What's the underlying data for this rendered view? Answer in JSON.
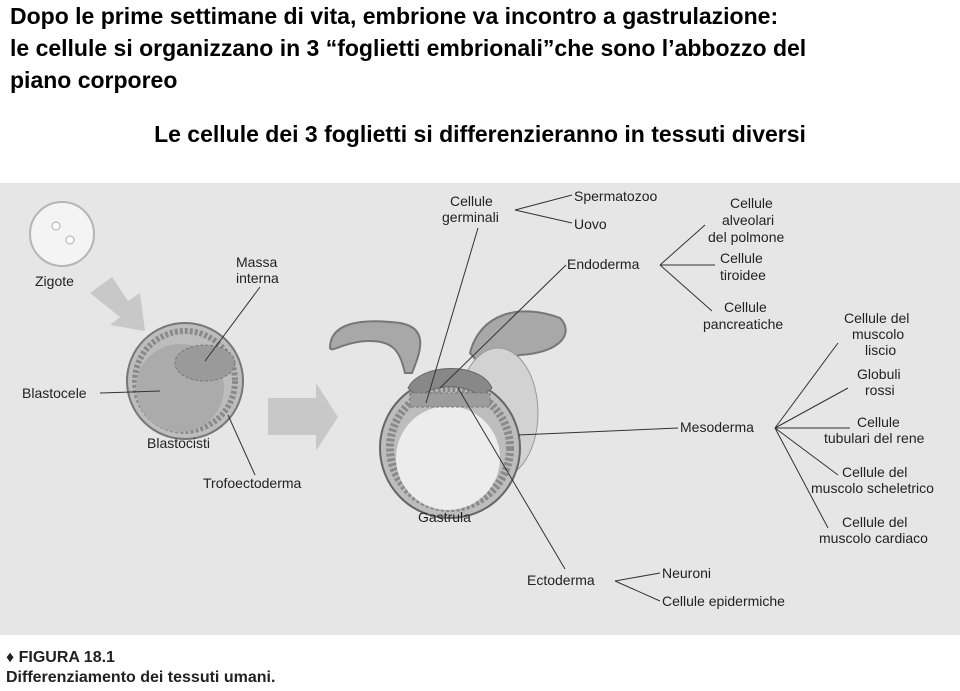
{
  "heading": {
    "line1": "Dopo le prime settimane di vita, embrione va incontro a gastrulazione:",
    "line2": "le cellule si organizzano in 3 “foglietti embrionali”che sono l’abbozzo del",
    "line3": "piano corporeo"
  },
  "subheading": "Le cellule dei 3 foglietti si differenzieranno in tessuti diversi",
  "diagram": {
    "labels": {
      "zigote": "Zigote",
      "massa_interna_1": "Massa",
      "massa_interna_2": "interna",
      "blastocele": "Blastocele",
      "blastocisti": "Blastocisti",
      "trofoectoderma": "Trofoectoderma",
      "gastrula": "Gastrula",
      "cellule_germinali_1": "Cellule",
      "cellule_germinali_2": "germinali",
      "spermatozoo": "Spermatozoo",
      "uovo": "Uovo",
      "endoderma": "Endoderma",
      "alveolari_1": "Cellule",
      "alveolari_2": "alveolari",
      "alveolari_3": "del polmone",
      "tiroidee_1": "Cellule",
      "tiroidee_2": "tiroidee",
      "pancreatiche_1": "Cellule",
      "pancreatiche_2": "pancreatiche",
      "liscio_1": "Cellule del",
      "liscio_2": "muscolo",
      "liscio_3": "liscio",
      "globuli_1": "Globuli",
      "globuli_2": "rossi",
      "tubulari_1": "Cellule",
      "tubulari_2": "tubulari del rene",
      "scheletrico_1": "Cellule del",
      "scheletrico_2": "muscolo scheletrico",
      "cardiaco_1": "Cellule del",
      "cardiaco_2": "muscolo cardiaco",
      "mesoderma": "Mesoderma",
      "ectoderma": "Ectoderma",
      "neuroni": "Neuroni",
      "epidermiche": "Cellule epidermiche"
    }
  },
  "caption": {
    "figure_number": "♦ FIGURA 18.1",
    "text": "Differenziamento dei tessuti umani."
  }
}
